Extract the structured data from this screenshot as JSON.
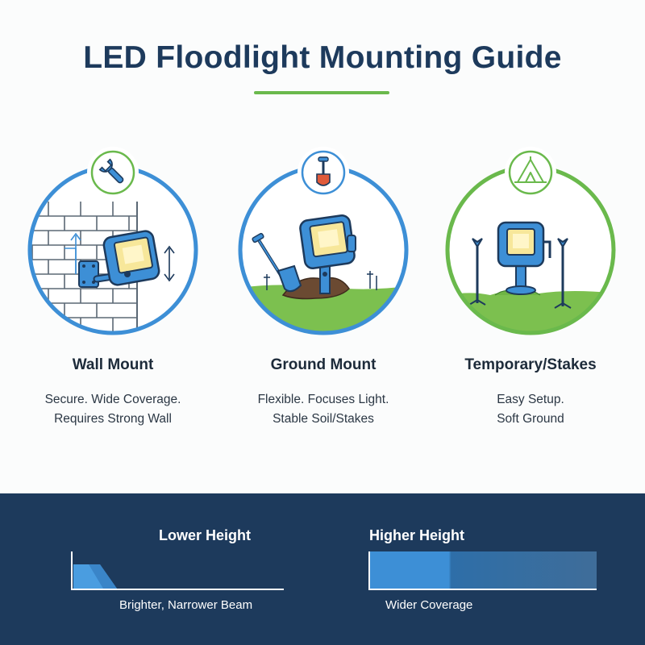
{
  "title": "LED Floodlight Mounting Guide",
  "colors": {
    "navy": "#1d3a5c",
    "blue": "#3d8fd6",
    "green": "#6ab94c",
    "light_bulb": "#f7e79a"
  },
  "mounts": [
    {
      "icon": "wrench-icon",
      "name": "Wall Mount",
      "desc_line1": "Secure. Wide Coverage.",
      "desc_line2": "Requires Strong Wall"
    },
    {
      "icon": "shovel-icon",
      "name": "Ground Mount",
      "desc_line1": "Flexible. Focuses Light.",
      "desc_line2": "Stable Soil/Stakes"
    },
    {
      "icon": "tent-icon",
      "name": "Temporary/Stakes",
      "desc_line1": "Easy Setup.",
      "desc_line2": "Soft Ground"
    }
  ],
  "height_comparison": {
    "lower": {
      "label": "Lower Height",
      "caption": "Brighter, Narrower Beam"
    },
    "higher": {
      "label": "Higher Height",
      "caption": "Wider Coverage"
    }
  }
}
